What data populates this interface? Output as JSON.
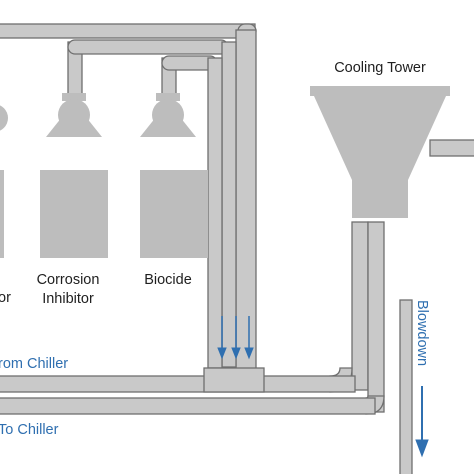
{
  "labels": {
    "cooling_tower": "Cooling Tower",
    "partial_chemical": "or",
    "corrosion_inhibitor_line1": "Corrosion",
    "corrosion_inhibitor_line2": "Inhibitor",
    "biocide": "Biocide",
    "from_chiller": "rom Chiller",
    "to_chiller": "To Chiller",
    "blowdown": "Blowdown"
  },
  "colors": {
    "pipe_fill": "#c9c9c9",
    "pipe_outline": "#6f6f6f",
    "equipment_fill": "#bdbdbd",
    "flow_arrow_blue": "#2f6fb0",
    "text_dark": "#1f1f1f"
  },
  "icons": [
    "pump-icon",
    "flow-arrow-icon"
  ]
}
